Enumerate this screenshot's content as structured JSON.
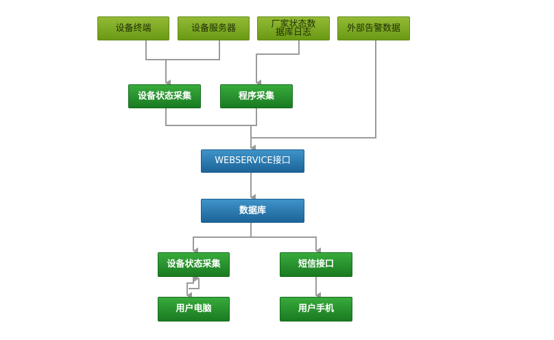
{
  "colors": {
    "source": "#7aa620",
    "process": "#259a2c",
    "core": "#2a7bb3",
    "connector": "#999999"
  },
  "nodes": {
    "device_terminal": "设备终端",
    "device_server": "设备服务器",
    "vendor_log": "厂家状态数\n据库日志",
    "external_alarm": "外部告警数据",
    "status_collect": "设备状态采集",
    "program_collect": "程序采集",
    "webservice": "WEBSERVICE接口",
    "database": "数据库",
    "status_collect_2": "设备状态采集",
    "sms_interface": "短信接口",
    "user_pc": "用户电脑",
    "user_phone": "用户手机"
  }
}
